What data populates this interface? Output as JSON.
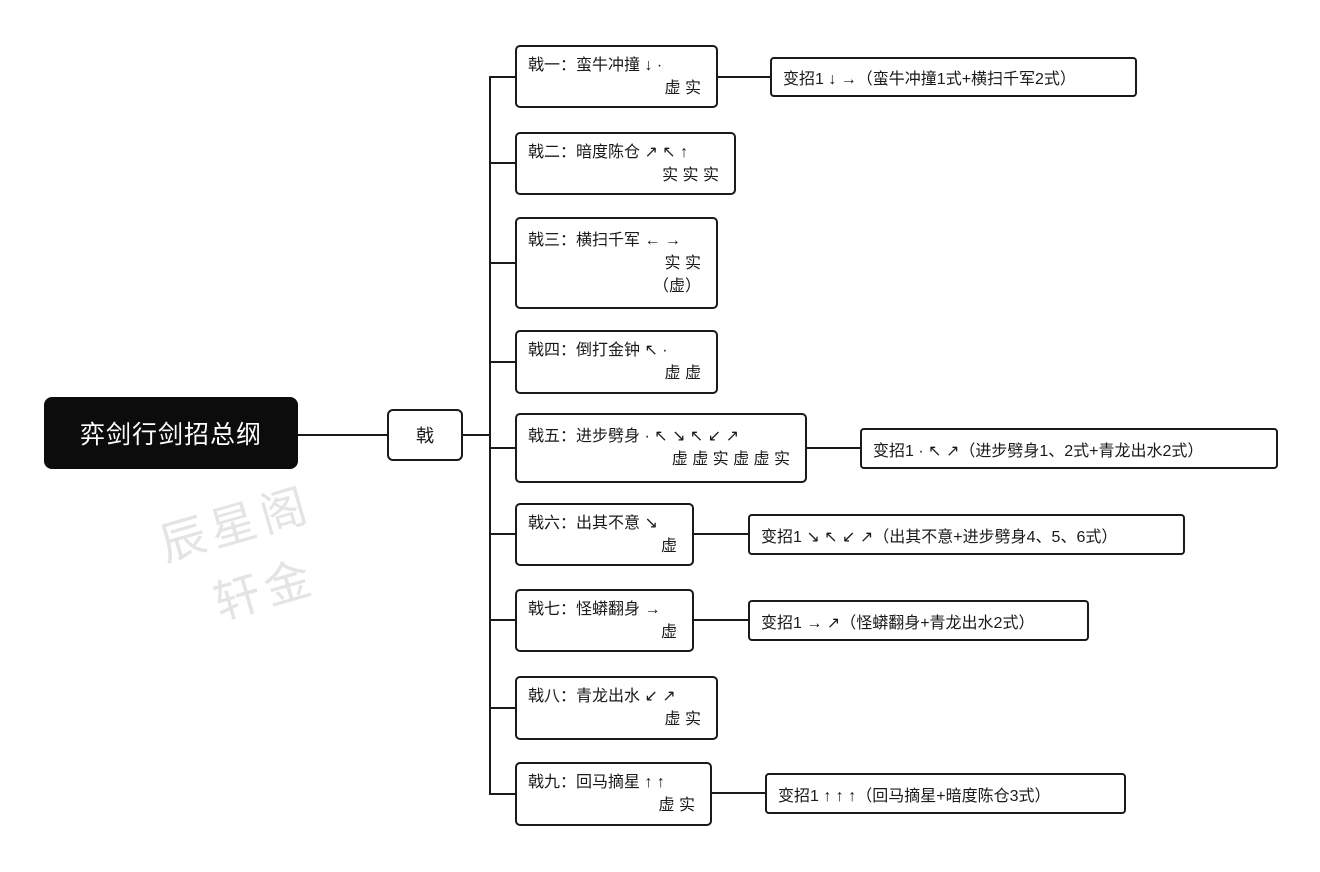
{
  "colors": {
    "node_border": "#1a1a1a",
    "root_bg": "#0c0c0c",
    "root_text": "#ffffff",
    "line": "#1a1a1a",
    "watermark": "#e4e4e4"
  },
  "root": {
    "label": "弈剑行剑招总纲"
  },
  "hub": {
    "label": "戟"
  },
  "watermark": {
    "line1": "辰星阁",
    "line2": "轩金"
  },
  "branches": [
    {
      "title": "戟一：蛮牛冲撞 ↓ ·",
      "marks": "虚 实"
    },
    {
      "title": "戟二：暗度陈仓 ↗ ↖ ↑",
      "marks": "实 实 实"
    },
    {
      "title": "戟三：横扫千军 ← →",
      "marks": "实 实",
      "marks2": "（虚）"
    },
    {
      "title": "戟四：倒打金钟 ↖ ·",
      "marks": "虚 虚"
    },
    {
      "title": "戟五：进步劈身 · ↖ ↘ ↖ ↙ ↗",
      "marks": "虚 虚 实 虚 虚 实"
    },
    {
      "title": "戟六：出其不意 ↘",
      "marks": "虚"
    },
    {
      "title": "戟七：怪蟒翻身 →",
      "marks": "虚"
    },
    {
      "title": "戟八：青龙出水 ↙ ↗",
      "marks": "虚 实"
    },
    {
      "title": "戟九：回马摘星 ↑ ↑",
      "marks": "虚 实"
    }
  ],
  "variants": [
    {
      "label": "变招1 ↓ →（蛮牛冲撞1式+横扫千军2式）"
    },
    {
      "label": "变招1 · ↖ ↗（进步劈身1、2式+青龙出水2式）"
    },
    {
      "label": "变招1 ↘ ↖ ↙ ↗（出其不意+进步劈身4、5、6式）"
    },
    {
      "label": "变招1 → ↗（怪蟒翻身+青龙出水2式）"
    },
    {
      "label": "变招1 ↑ ↑ ↑（回马摘星+暗度陈仓3式）"
    }
  ]
}
